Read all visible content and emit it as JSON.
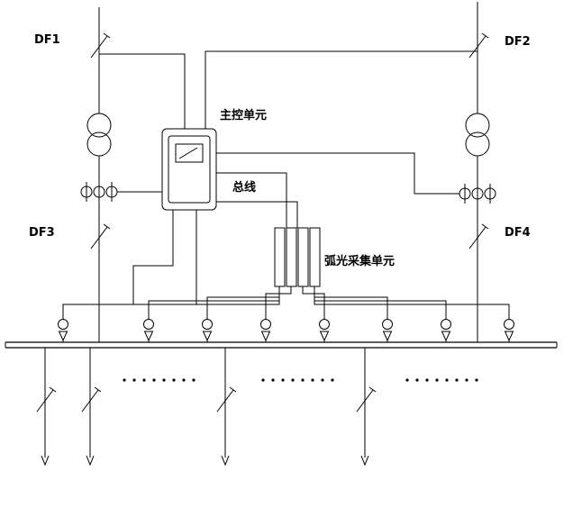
{
  "diagram": {
    "labels": {
      "df1": "DF1",
      "df2": "DF2",
      "df3": "DF3",
      "df4": "DF4",
      "main_control_unit": "主控单元",
      "bus": "总线",
      "arc_collection_unit": "弧光采集单元"
    },
    "icons": {
      "breaker": "slash-with-tick",
      "transformer": "double-circle",
      "current_transformer": "ΦΦΦ",
      "arc_sensor": "circle-with-down-triangle",
      "feeder_arrow": "▼",
      "busbar": "double-horizontal-line",
      "ellipsis_feeders": "· · · · · · · ·"
    },
    "colors": {
      "line": "#000000",
      "background": "#ffffff",
      "text": "#000000"
    }
  }
}
